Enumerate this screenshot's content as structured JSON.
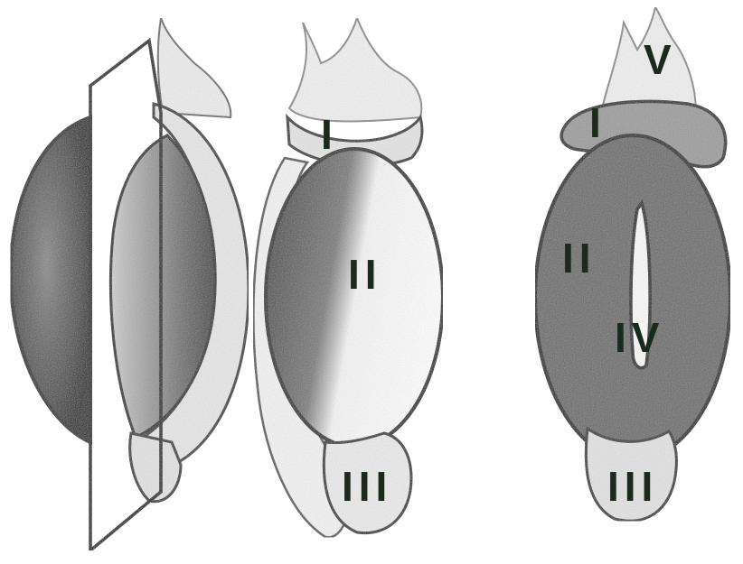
{
  "colors": {
    "background": "#ffffff",
    "pencil_dark": "#1c1c1c",
    "pencil_mid": "#555555",
    "shade_light": "#d9d9d9",
    "label": "#1b2a1c"
  },
  "drawings": [
    {
      "name": "seed-side-view",
      "description_icon": "seed-cut-plane-sketch"
    },
    {
      "name": "seed-front-view",
      "labels": [
        "I",
        "II",
        "III"
      ]
    },
    {
      "name": "seed-back-view",
      "labels": [
        "V",
        "I",
        "II",
        "IV",
        "III"
      ]
    }
  ],
  "labels": {
    "mid_I": "I",
    "mid_II": "II",
    "mid_III": "III",
    "right_V": "V",
    "right_I": "I",
    "right_II": "II",
    "right_IV": "IV",
    "right_III": "III"
  }
}
